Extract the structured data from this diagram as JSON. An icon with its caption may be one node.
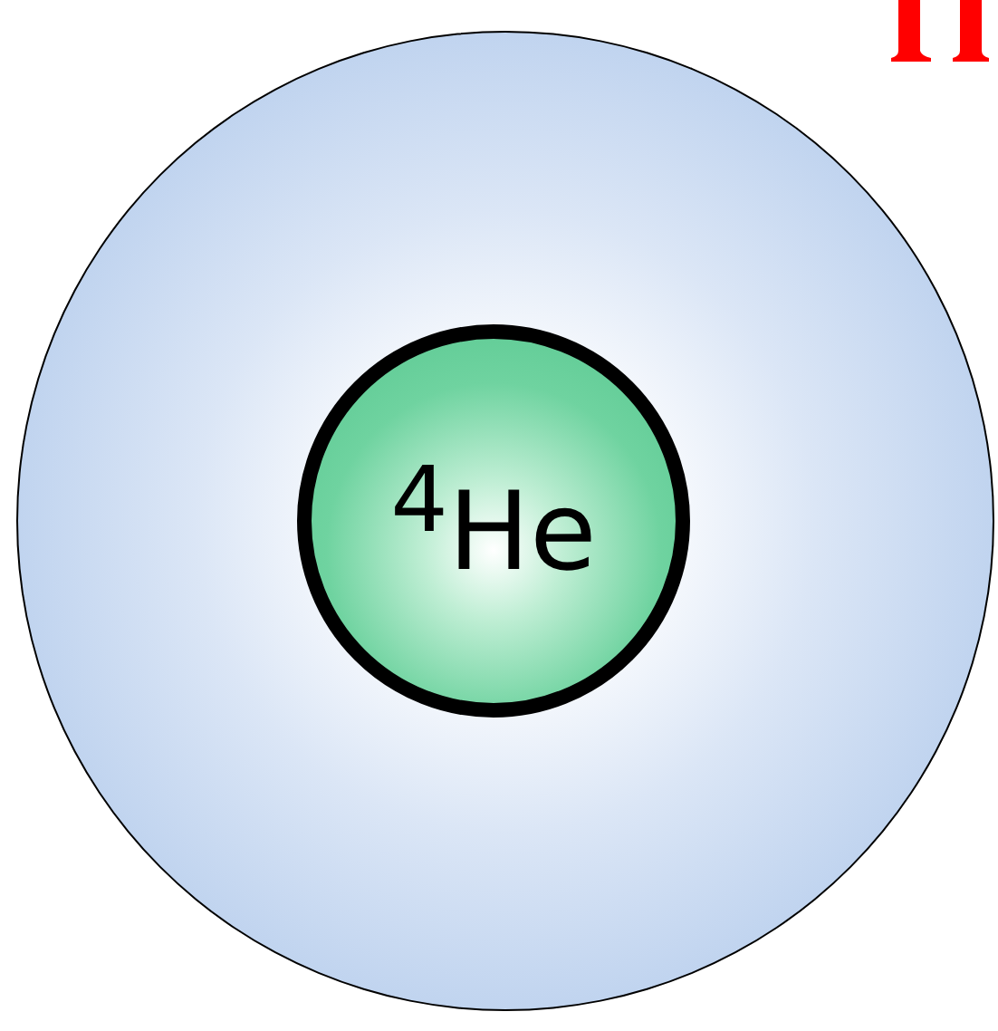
{
  "diagram": {
    "nodes": [
      {
        "text": [],
        "shape": "circle"
      },
      {
        "text": [
          "$^{4}$He"
        ],
        "in": 0
      }
    ]
  }
}
